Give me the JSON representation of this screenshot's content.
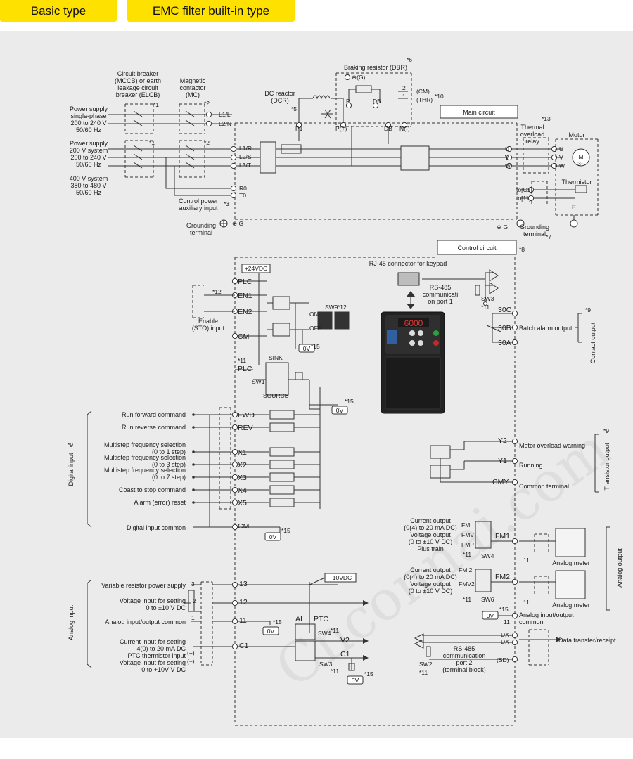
{
  "tabs": [
    "Basic type",
    "EMC filter built-in type"
  ],
  "colors": {
    "tab": "#ffe100",
    "panel": "#ebebeb",
    "line": "#333333",
    "keypad_led": "#e53935",
    "key_green": "#2e9e3e",
    "key_red": "#c62828"
  },
  "watermark": "Cnconnai.com",
  "power": {
    "breaker": "Circuit breaker\n(MCCB) or earth\nleakage circuit\nbreaker (ELCB)",
    "breaker_note": "*1",
    "contactor": "Magnetic\ncontactor\n(MC)",
    "contactor_note": "*2",
    "single_phase": "Power supply\nsingle-phase\n200 to 240 V\n50/60 Hz",
    "three_phase_200": "Power supply\n200 V system\n200 to 240 V\n50/60 Hz",
    "three_phase_400": "400 V system\n380 to 480 V\n50/60 Hz",
    "note_1b": "*1",
    "note_2b": "*2",
    "terminals_single": [
      "L1/L",
      "L2/N"
    ],
    "terminals_three": [
      "L1/R",
      "L2/S",
      "L3/T"
    ],
    "aux_terminals": [
      "R0",
      "T0"
    ],
    "aux_label": "Control power\nauxiliary input",
    "aux_note": "*3",
    "ground_label": "Grounding\nterminal",
    "ground_term": "⊕ G"
  },
  "dc": {
    "reactor": "DC reactor\n(DCR)",
    "reactor_note": "*5",
    "p1": "P1",
    "pplus": "P(+)",
    "db": "DB",
    "nminus": "N(-)",
    "braking": "Braking resistor (DBR)",
    "braking_note": "*6",
    "g": "⊕(G)",
    "p": "P",
    "db2": "DB",
    "cm": "(CM)",
    "thr": "(THR)",
    "note_10": "*10",
    "contact_2": "2",
    "contact_1": "1"
  },
  "main": {
    "main_circuit": "Main circuit",
    "control_circuit": "Control circuit",
    "note_8": "*8",
    "outputs": [
      "U",
      "V",
      "W"
    ],
    "thermal": "Thermal\noverload\nrelay",
    "thermal_note": "*13",
    "motor": "Motor",
    "motor_symbol_top": "M",
    "motor_symbol_bottom": "3~",
    "thermistor": "Thermistor",
    "th_terms": [
      "to[C1]",
      "to[11]"
    ],
    "e": "E",
    "ground_right_term": "⊕ G",
    "ground_right": "Grounding\nterminal",
    "ground_right_note": "*7"
  },
  "control": {
    "v24": "+24VDC",
    "plc": "PLC",
    "en1": "EN1",
    "en2": "EN2",
    "cm": "CM",
    "note_12": "*12",
    "enable": "Enable\n(STO) input",
    "sw9": "SW9",
    "sw9_note": "*12",
    "on": "ON",
    "off": "OFF",
    "zero_v": "0V",
    "note_15": "*15",
    "plc2_note": "*11",
    "plc2": "PLC",
    "sink": "SINK",
    "source": "SOURCE",
    "sw1": "SW1",
    "rj45": "RJ-45 connector for keypad",
    "rs485_1": "RS-485\ncommunicati\non port 1",
    "sw3": "SW3",
    "sw3_note": "*11",
    "keypad_display": "6000"
  },
  "contact_output": {
    "terms": [
      "30C",
      "30B",
      "30A"
    ],
    "label": "Batch alarm output",
    "side": "Contact output",
    "note": "*9"
  },
  "digital_input": {
    "side": "Digital input",
    "note": "*9",
    "rows": [
      {
        "label": "Run forward command",
        "term": "FWD"
      },
      {
        "label": "Run reverse command",
        "term": "REV"
      },
      {
        "label": "Multistep frequency selection\n(0 to 1 step)",
        "term": "X1"
      },
      {
        "label": "Multistep frequency selection\n(0 to 3 step)",
        "term": "X2"
      },
      {
        "label": "Multistep frequency selection\n(0 to 7 step)",
        "term": "X3"
      },
      {
        "label": "Coast to stop command",
        "term": "X4"
      },
      {
        "label": "Alarm (error) reset",
        "term": "X5"
      }
    ],
    "common_label": "Digital input common",
    "common_term": "CM",
    "zero_v": "0V",
    "note_15": "*15",
    "zero_v_top": "0V",
    "note_15_top": "*15"
  },
  "transistor_output": {
    "side": "Transistor output",
    "note": "*9",
    "rows": [
      {
        "term": "Y2",
        "label": "Motor overload warning"
      },
      {
        "term": "Y1",
        "label": "Running"
      },
      {
        "term": "CMY",
        "label": "Common terminal"
      }
    ]
  },
  "analog_output": {
    "side": "Analog output",
    "fm1_labels": "Current output\n(0(4) to 20 mA DC)\nVoltage output\n(0 to ±10 V DC)\nPlus train",
    "fm1_switch": [
      "FMI",
      "FMV",
      "FMP"
    ],
    "fm1": "FM1",
    "sw4": "SW4",
    "fm2_labels": "Current output\n(0(4) to 20 mA DC)\nVoltage output\n(0 to ±10 V DC)",
    "fm2_switch": [
      "FMI2",
      "FMV2"
    ],
    "fm2": "FM2",
    "sw6": "SW6",
    "note_11": "*11",
    "analog_meter": "Analog meter",
    "eleven": "11",
    "zero_v": "0V",
    "note_15": "*15",
    "common": "Analog input/output\ncommon"
  },
  "analog_input": {
    "side": "Analog input",
    "rows": [
      {
        "label": "Variable resistor power supply",
        "term": "13"
      },
      {
        "label": "Voltage input for setting\n0 to ±10 V DC",
        "term": "12"
      },
      {
        "label": "Analog input/output common",
        "term": "11"
      },
      {
        "label": "Current input for setting\n4(0) to 20 mA DC\nPTC thermistor input\nVoltage input for setting\n0 to +10V V DC",
        "term": "C1"
      }
    ],
    "v10": "+10VDC",
    "pot_terms": [
      "3",
      "2",
      "1"
    ],
    "pm": [
      "(+)",
      "(−)"
    ],
    "ai": "AI",
    "ptc": "PTC",
    "sw4": "SW4",
    "sw4_note": "*11",
    "v2": "V2",
    "c1b": "C1",
    "sw3": "SW3",
    "sw3_note": "*11",
    "zero_v": "0V",
    "note_15": "*15",
    "zero_v_b": "0V",
    "note_15_b": "*15"
  },
  "rs485_2": {
    "dxp": "DX+",
    "dxm": "DX-",
    "sd": "(SD)",
    "label": "RS-485\ncommunication\nport 2\n(terminal block)",
    "data": "Data transfer/receipt",
    "sw2": "SW2",
    "sw2_note": "*11"
  }
}
